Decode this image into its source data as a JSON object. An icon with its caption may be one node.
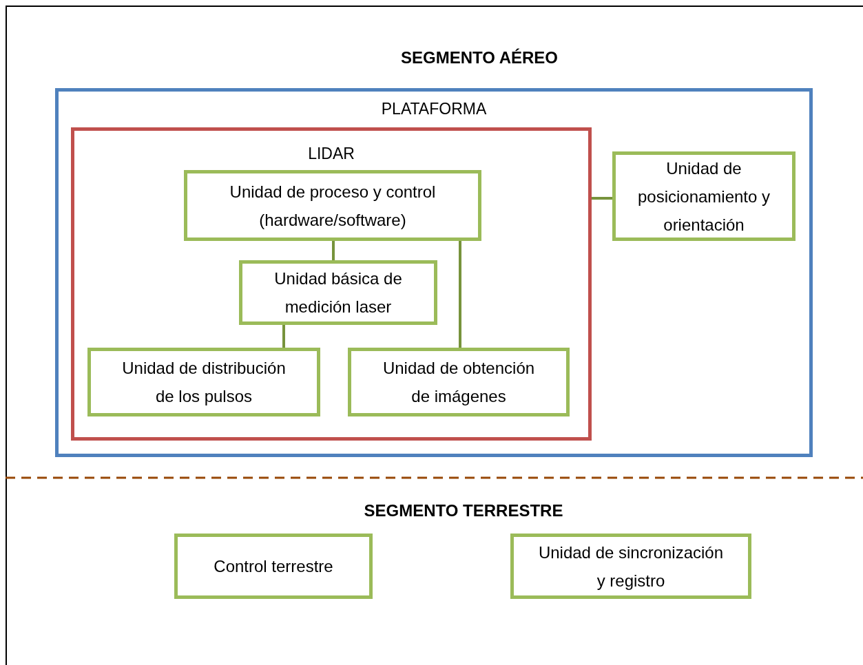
{
  "diagram": {
    "nodes": [
      {
        "text": [
          "PLATAFORMA"
        ]
      },
      {
        "text": [
          "LIDAR"
        ],
        "in": 0
      },
      {
        "text": [
          "Unidad de proceso y control (hardware/software)"
        ],
        "in": 1
      },
      {
        "text": [
          "Unidad básica de medición laser"
        ],
        "in": 1
      },
      {
        "text": [
          "Unidad de distribución de los pulsos"
        ],
        "in": 1
      },
      {
        "text": [
          "Unidad de obtención de imágenes"
        ],
        "in": 1
      },
      {
        "text": [
          "Unidad de posicionamiento y orientación"
        ],
        "in": 0
      },
      {
        "text": [
          "Control terrestre"
        ]
      },
      {
        "text": [
          "Unidad de sincronización y registro"
        ]
      }
    ],
    "edges": [
      {
        "from": 2,
        "to": 3,
        "arrow": "none"
      },
      {
        "from": 3,
        "to": 4,
        "arrow": "none"
      },
      {
        "from": 2,
        "to": 5,
        "arrow": "none"
      },
      {
        "from": 1,
        "to": 6,
        "arrow": "none"
      }
    ],
    "labels": [
      "SEGMENTO AÉREO",
      "SEGMENTO TERRESTRE"
    ]
  }
}
